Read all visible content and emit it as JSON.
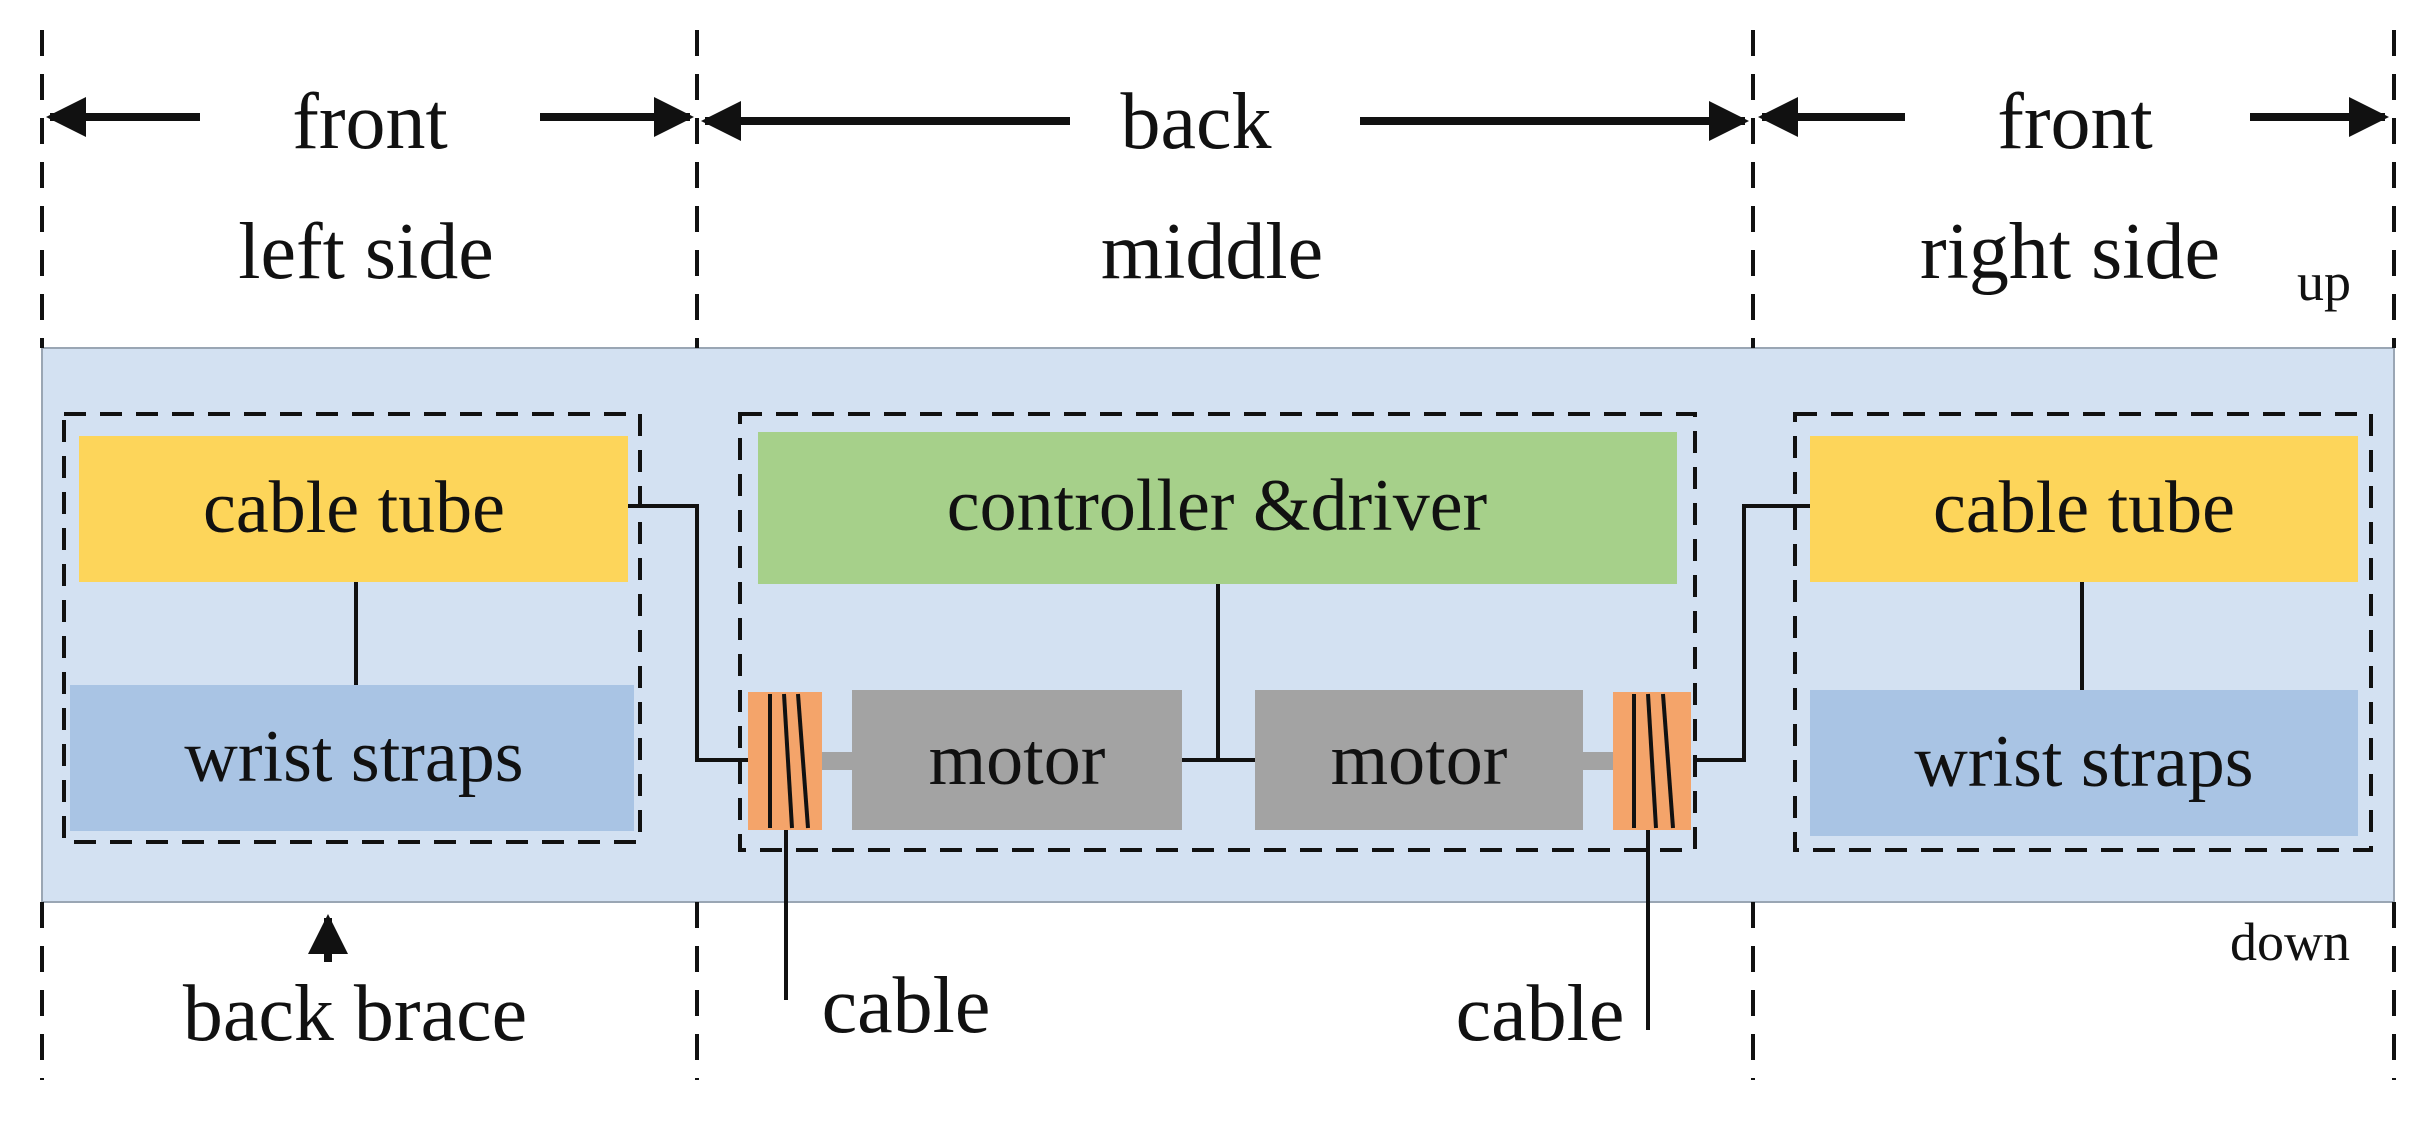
{
  "top": {
    "front_left": "front",
    "back": "back",
    "front_right": "front",
    "left_side": "left side",
    "middle": "middle",
    "right_side": "right side",
    "up": "up",
    "down": "down"
  },
  "left_group": {
    "cable_tube": "cable tube",
    "wrist_straps": "wrist straps"
  },
  "middle_group": {
    "controller": "controller &driver",
    "motor_left": "motor",
    "motor_right": "motor"
  },
  "right_group": {
    "cable_tube": "cable tube",
    "wrist_straps": "wrist straps"
  },
  "bottom": {
    "back_brace": "back brace",
    "cable_left": "cable",
    "cable_right": "cable"
  },
  "colors": {
    "band": "#d3e1f2",
    "cable_tube": "#fdd55a",
    "wrist_straps": "#a9c4e4",
    "controller": "#a6d08a",
    "motor": "#a3a3a3",
    "spool": "#f4a46a"
  }
}
